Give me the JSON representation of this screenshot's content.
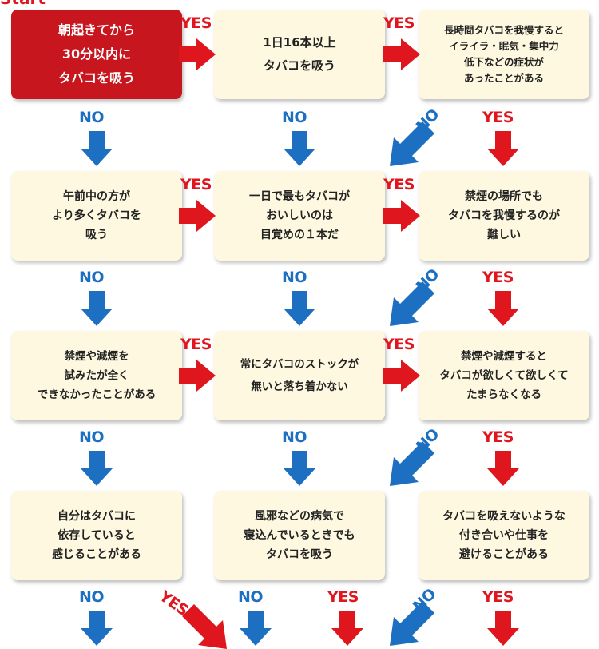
{
  "header": {
    "title_fragment": "Start"
  },
  "colors": {
    "yes": "#e0161e",
    "no": "#1d6fc1",
    "start_box": "#c8161e",
    "box": "#fdf8df"
  },
  "nodes": {
    "r1c1": "朝起きてから\n30分以内に\nタバコを吸う",
    "r1c2": "1日16本以上\nタバコを吸う",
    "r1c3": "長時間タバコを我慢すると\nイライラ・眠気・集中力\n低下などの症状が\nあったことがある",
    "r2c1": "午前中の方が\nより多くタバコを\n吸う",
    "r2c2": "一日で最もタバコが\nおいしいのは\n目覚めの１本だ",
    "r2c3": "禁煙の場所でも\nタバコを我慢するのが\n難しい",
    "r3c1": "禁煙や減煙を\n試みたが全く\nできなかったことがある",
    "r3c2": "常にタバコのストックが\n無いと落ち着かない",
    "r3c3": "禁煙や減煙すると\nタバコが欲しくて欲しくて\nたまらなくなる",
    "r4c1": "自分はタバコに\n依存していると\n感じることがある",
    "r4c2": "風邪などの病気で\n寝込んでいるときでも\nタバコを吸う",
    "r4c3": "タバコを吸えないような\n付き合いや仕事を\n避けることがある"
  },
  "labels": {
    "yes": "YES",
    "no": "NO"
  }
}
